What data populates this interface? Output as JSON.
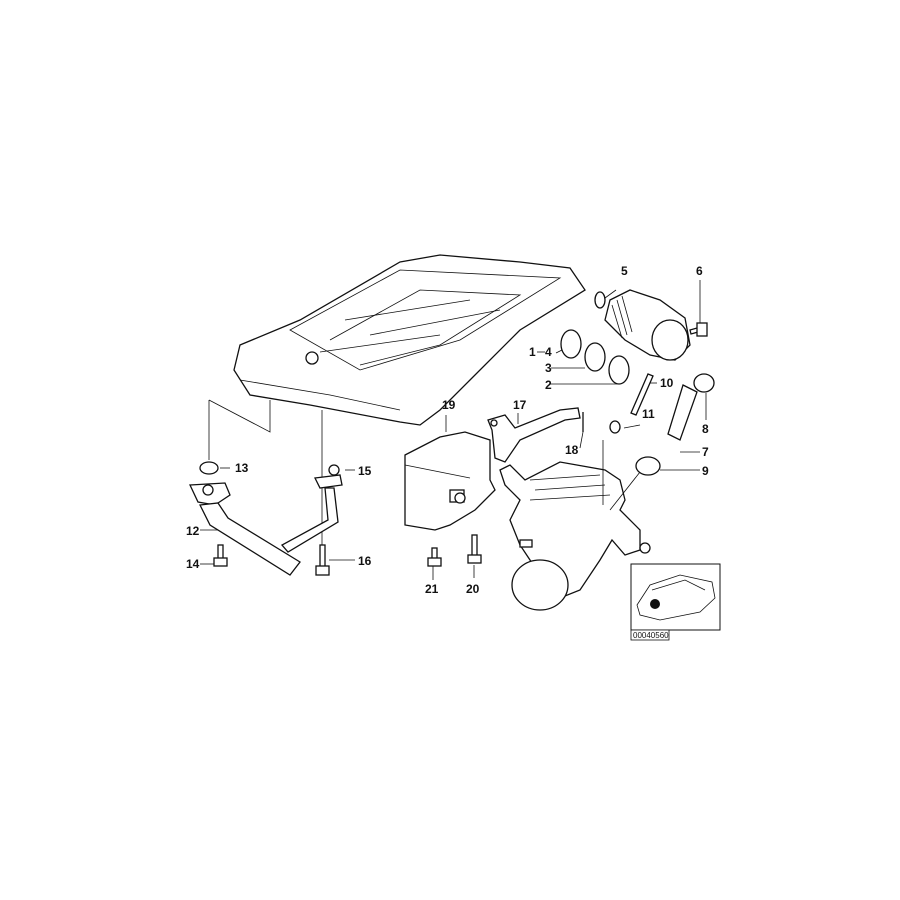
{
  "diagram": {
    "callouts": [
      "1",
      "2",
      "3",
      "4",
      "5",
      "6",
      "7",
      "8",
      "9",
      "10",
      "11",
      "12",
      "13",
      "14",
      "15",
      "16",
      "17",
      "18",
      "19",
      "20",
      "21"
    ],
    "reference_code": "00040560"
  }
}
